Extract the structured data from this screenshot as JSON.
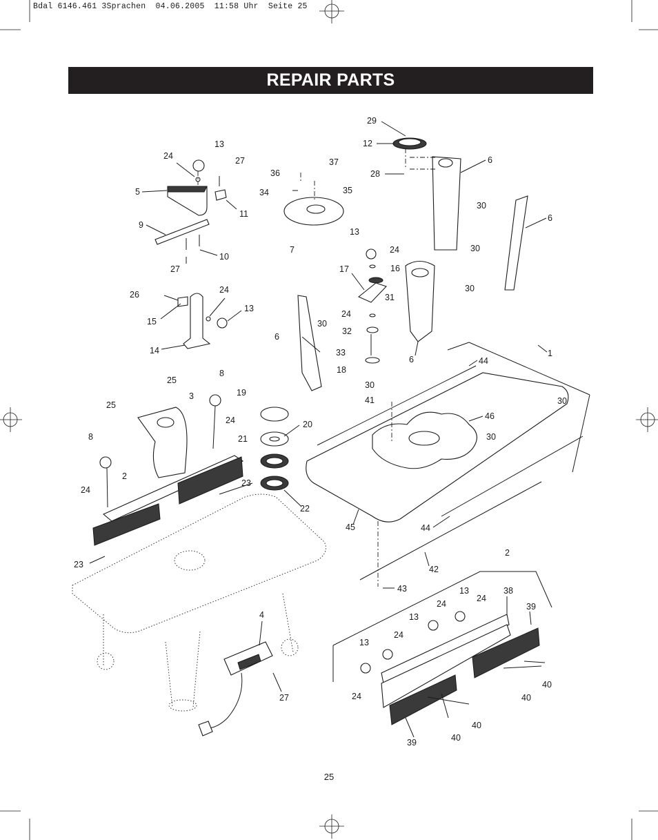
{
  "print_header": "Bdal 6146.461 3Sprachen  04.06.2005  11:58 Uhr  Seite 25",
  "title": "REPAIR PARTS",
  "page_number": "25",
  "callouts": {
    "c13a": "13",
    "c24a": "24",
    "c27a": "27",
    "c5": "5",
    "c11": "11",
    "c9": "9",
    "c27b": "27",
    "c10": "10",
    "c26": "26",
    "c24b": "24",
    "c13b": "13",
    "c15": "15",
    "c14": "14",
    "c36": "36",
    "c37": "37",
    "c34": "34",
    "c35": "35",
    "c7": "7",
    "c29": "29",
    "c12": "12",
    "c28": "28",
    "c6a": "6",
    "c30a": "30",
    "c6b": "6",
    "c30b": "30",
    "c13c": "13",
    "c24c": "24",
    "c16": "16",
    "c17": "17",
    "c31": "31",
    "c24d": "24",
    "c32": "32",
    "c33": "33",
    "c18": "18",
    "c30c": "30",
    "c6c": "6",
    "c30d": "30",
    "c6d": "6",
    "c44a": "44",
    "c1": "1",
    "c30e": "30",
    "c41": "41",
    "c30f": "30",
    "c46": "46",
    "c30g": "30",
    "c25a": "25",
    "c8a": "8",
    "c3": "3",
    "c25b": "25",
    "c8b": "8",
    "c24e": "24",
    "c2a": "2",
    "c24f": "24",
    "c23a": "23",
    "c23b": "23",
    "c19": "19",
    "c20": "20",
    "c21": "21",
    "c22": "22",
    "c45": "45",
    "c44b": "44",
    "c42": "42",
    "c43": "43",
    "c4": "4",
    "c27c": "27",
    "c2b": "2",
    "c13d": "13",
    "c24g": "24",
    "c38": "38",
    "c13e": "13",
    "c24h": "24",
    "c39a": "39",
    "c13f": "13",
    "c24i": "24",
    "c24j": "24",
    "c40a": "40",
    "c40b": "40",
    "c40c": "40",
    "c40d": "40",
    "c39b": "39"
  }
}
